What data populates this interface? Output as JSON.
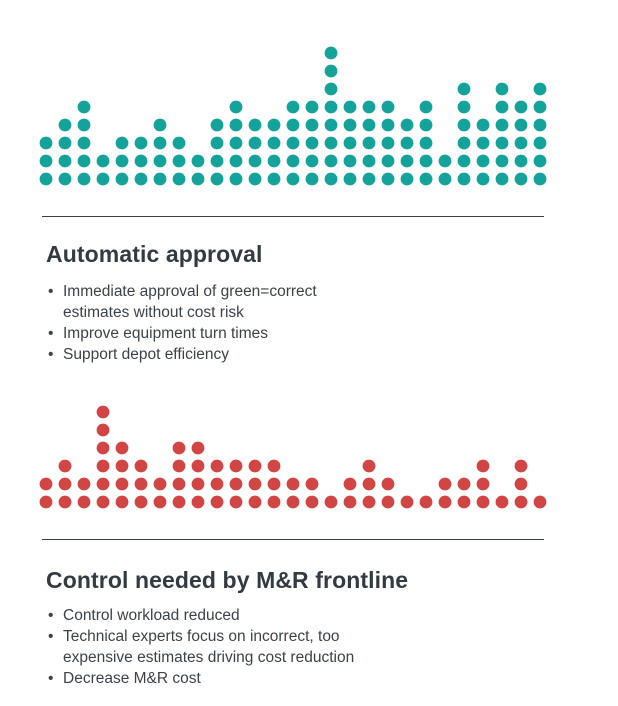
{
  "sections": [
    {
      "title": "Automatic approval",
      "bullets": [
        "Immediate approval of green=correct\nestimates without cost risk",
        "Improve equipment turn times",
        "Support depot efficiency"
      ],
      "dot_color": "#14a39a"
    },
    {
      "title": "Control needed by M&R frontline",
      "bullets": [
        "Control workload reduced",
        "Technical experts focus on incorrect, too\nexpensive estimates driving cost reduction",
        "Decrease M&R cost"
      ],
      "dot_color": "#d14545"
    }
  ],
  "chart_data": [
    {
      "type": "bar",
      "style": "dot-plot",
      "color": "#14a39a",
      "values": [
        3,
        4,
        5,
        2,
        3,
        3,
        4,
        3,
        2,
        4,
        5,
        4,
        4,
        5,
        5,
        8,
        5,
        5,
        5,
        4,
        5,
        2,
        6,
        4,
        6,
        5,
        6
      ],
      "grid": false
    },
    {
      "type": "bar",
      "style": "dot-plot",
      "color": "#d14545",
      "values": [
        2,
        3,
        2,
        6,
        4,
        3,
        2,
        4,
        4,
        3,
        3,
        3,
        3,
        2,
        2,
        1,
        2,
        3,
        2,
        1,
        1,
        2,
        2,
        3,
        1,
        3,
        1
      ],
      "grid": false
    }
  ]
}
